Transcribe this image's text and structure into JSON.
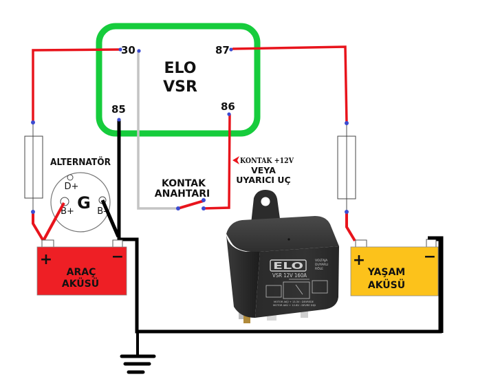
{
  "colors": {
    "relay_box": "#16cc3c",
    "positive_wire": "#e8141c",
    "ground_wire": "#000000",
    "switch_wire": "#c4c4c4",
    "terminal_dot": "#3b4bd1",
    "vehicle_battery": "#ee1f25",
    "leisure_battery": "#fcc21b",
    "relay_body": "#2a2a2a"
  },
  "relay_symbol": {
    "line1": "ELO",
    "line2": "VSR",
    "pins": {
      "p30": "30",
      "p87": "87",
      "p85": "85",
      "p86": "86"
    }
  },
  "alternator": {
    "title": "ALTERNATÖR",
    "symbol": "G",
    "terminals": {
      "d_plus": "D+",
      "b_plus": "B+",
      "b_minus": "B-"
    }
  },
  "ignition_switch": {
    "line1": "KONTAK",
    "line2": "ANAHTARI"
  },
  "signal_input": {
    "line1": "KONTAK +12V",
    "line2": "VEYA",
    "line3": "UYARICI UÇ"
  },
  "vehicle_battery": {
    "line1": "ARAÇ",
    "line2": "AKÜSÜ",
    "plus": "+",
    "minus": "−"
  },
  "leisure_battery": {
    "line1": "YAŞAM",
    "line2": "AKÜSÜ",
    "plus": "+",
    "minus": "−"
  },
  "relay_photo": {
    "brand": "ELO",
    "model": "VSR 12V 160A",
    "desc1": "VOLTAJA",
    "desc2": "DUYARLI",
    "desc3": "RÖLE",
    "footer1": "MOTOR AKÜ + 13.3V : DEVREDE",
    "footer2": "MOTOR AKÜ + 12.8V : DEVRE DIŞI"
  }
}
